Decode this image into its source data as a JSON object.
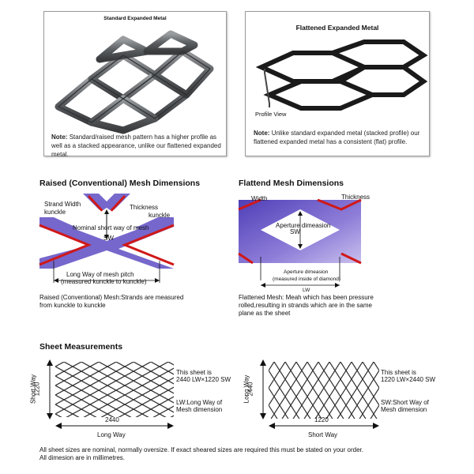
{
  "panels": {
    "standard": {
      "title": "Standard Expanded Metal",
      "note_label": "Note:",
      "note_text": "Standard/raised mesh pattern has a higher profile as well as a stacked appearance, unlike our flattened expanded metal."
    },
    "flattened": {
      "title": "Flattened Expanded Metal",
      "profile_view": "Profile View",
      "note_label": "Note:",
      "note_text": "Unlike standard expanded metal (stacked profile) our flattened expanded metal has a consistent (flat) profile."
    }
  },
  "raised": {
    "title": "Raised (Conventional) Mesh Dimensions",
    "labels": {
      "strand_width": "Strand Width",
      "kunckle": "kunckle",
      "thickness": "Thickness",
      "kunckle2": "kunckle",
      "nominal_short_way": "Nominal short way of mesh",
      "sw": "SW",
      "long_way": "Long Way of mesh pitch",
      "measured": "(measured kunckle to kunckle)"
    },
    "desc_line1": "Raised (Conventional) Mesh:Strands are measured",
    "desc_line2": "from kunckle to kunckle"
  },
  "flattened_dims": {
    "title": "Flattend Mesh Dimensions",
    "labels": {
      "width": "Width",
      "thickness": "Thickness",
      "aperture": "Aperture dimeasion",
      "sw": "SW",
      "aperture2": "Aperture dimeasion",
      "measured_inside": "(measured inside of diamond)",
      "lw": "LW"
    },
    "desc_line1": "Flattened Mesh: Meah which has been pressure",
    "desc_line2": "rolled,resulting in strands which are in the same",
    "desc_line3": "plane as the sheet"
  },
  "sheet": {
    "title": "Sheet Measurements",
    "left": {
      "vertical_dim": "1220",
      "vertical_label": "Short Way",
      "horizontal_dim": "2440",
      "horizontal_label": "Long Way",
      "this_sheet": "This sheet is",
      "size": "2440 LW×1220 SW",
      "legend1": "LW:Long Way of",
      "legend2": "Mesh dimension"
    },
    "right": {
      "vertical_dim": "2440",
      "vertical_label": "Long Way",
      "horizontal_dim": "1220",
      "horizontal_label": "Short Way",
      "this_sheet": "This sheet is",
      "size": "1220 LW×2440 SW",
      "legend1": "SW:Short Way of",
      "legend2": "Mesh dimension"
    }
  },
  "footer": {
    "line1": "All sheet sizes are nominal, normally oversize. If exact sheared sizes are required this must be stated on your order.",
    "line2": "All dimesion are in millimetres."
  },
  "colors": {
    "purple": "#6b5bc8",
    "red": "#d01818",
    "grey": "#5f6368"
  }
}
